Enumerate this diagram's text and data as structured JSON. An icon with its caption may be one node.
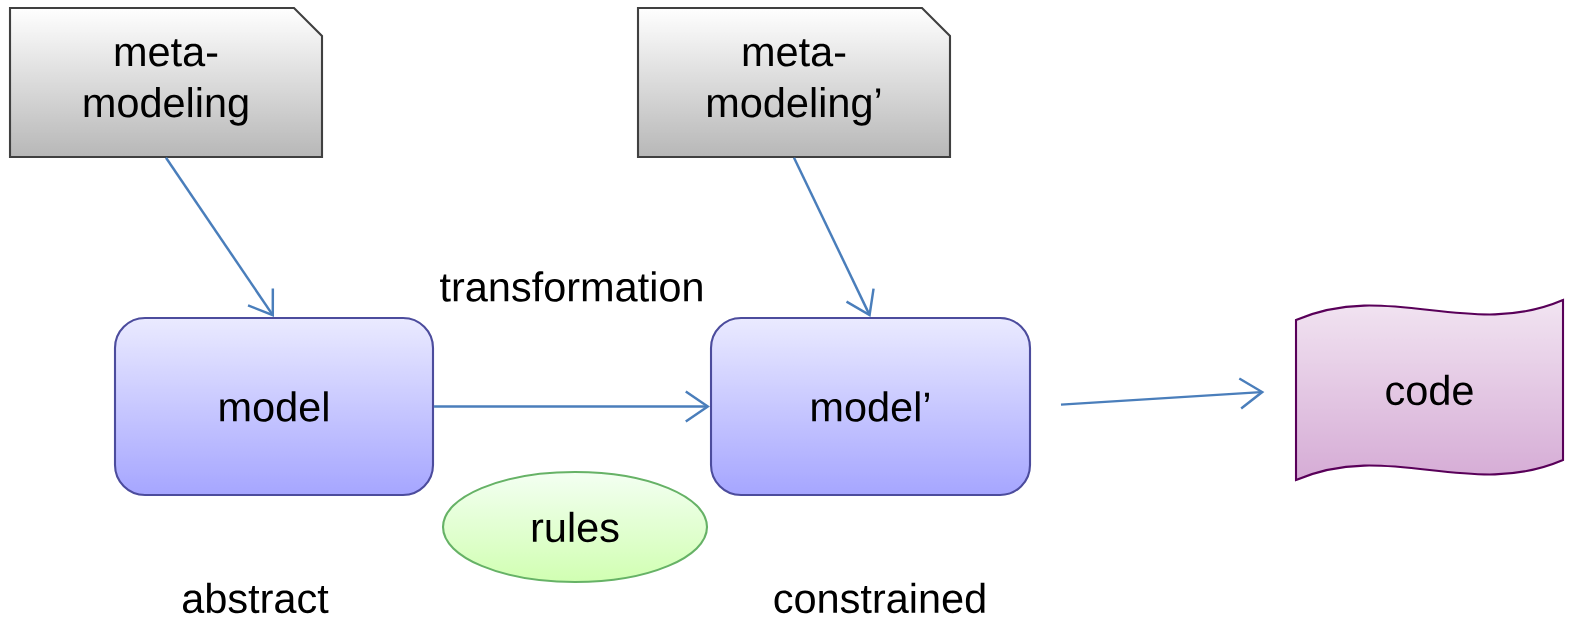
{
  "diagram": {
    "nodes": [
      {
        "text": [
          "meta- modeling"
        ]
      },
      {
        "text": [
          "meta- modeling’"
        ]
      },
      {
        "text": [
          "model"
        ]
      },
      {
        "text": [
          "model’"
        ]
      },
      {
        "text": [
          "code"
        ]
      },
      {
        "text": [
          "rules"
        ]
      }
    ],
    "edges": [
      {
        "from": 0,
        "to": 2,
        "arrow": "to"
      },
      {
        "from": 1,
        "to": 3,
        "arrow": "to"
      },
      {
        "from": 2,
        "to": 3,
        "arrow": "to",
        "label": "transformation"
      },
      {
        "from": 3,
        "to": 4,
        "arrow": "to"
      }
    ],
    "labels": [
      "abstract",
      "constrained"
    ]
  }
}
